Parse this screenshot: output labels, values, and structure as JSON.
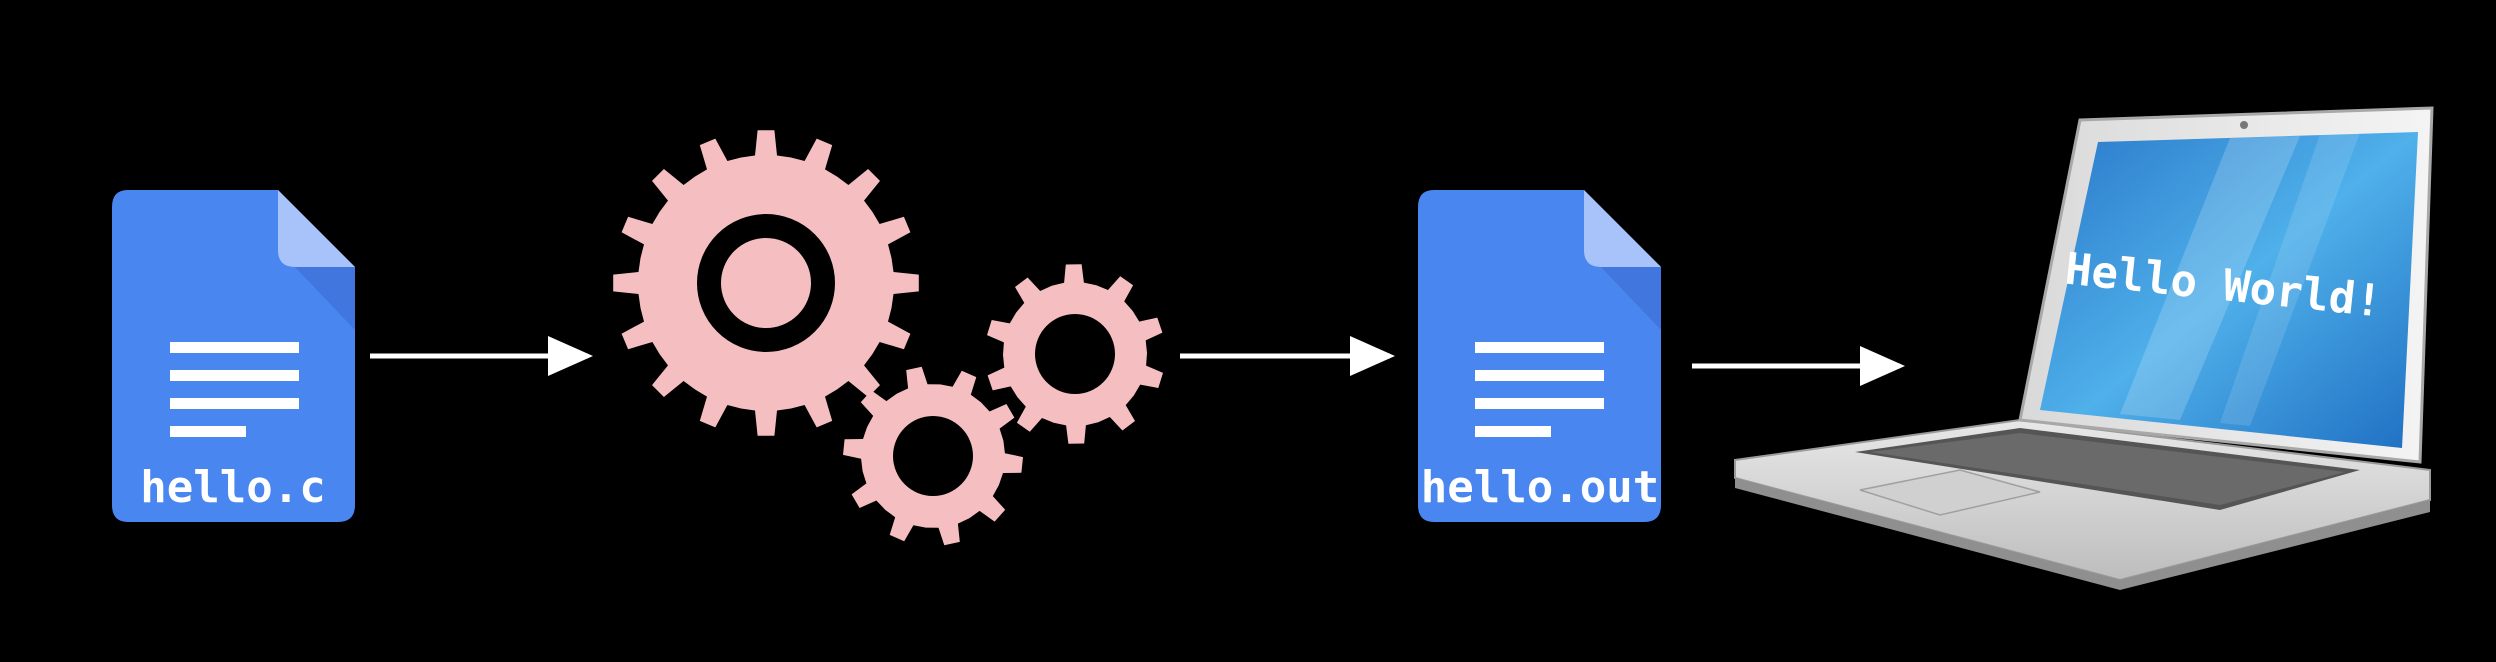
{
  "source_file": {
    "label": "hello.c",
    "icon": "document-icon"
  },
  "compiler": {
    "icon": "gears-icon"
  },
  "output_file": {
    "label": "hello.out",
    "icon": "document-icon"
  },
  "computer": {
    "icon": "laptop-icon",
    "screen_text": "Hello World!"
  },
  "colors": {
    "background": "#000000",
    "file_blue": "#4a86f0",
    "file_fold": "#a7c3fa",
    "file_shadow": "#3c6fd4",
    "gear_pink": "#f5bfc2",
    "arrow": "#ffffff",
    "screen_blue": "#3aa0e6"
  }
}
